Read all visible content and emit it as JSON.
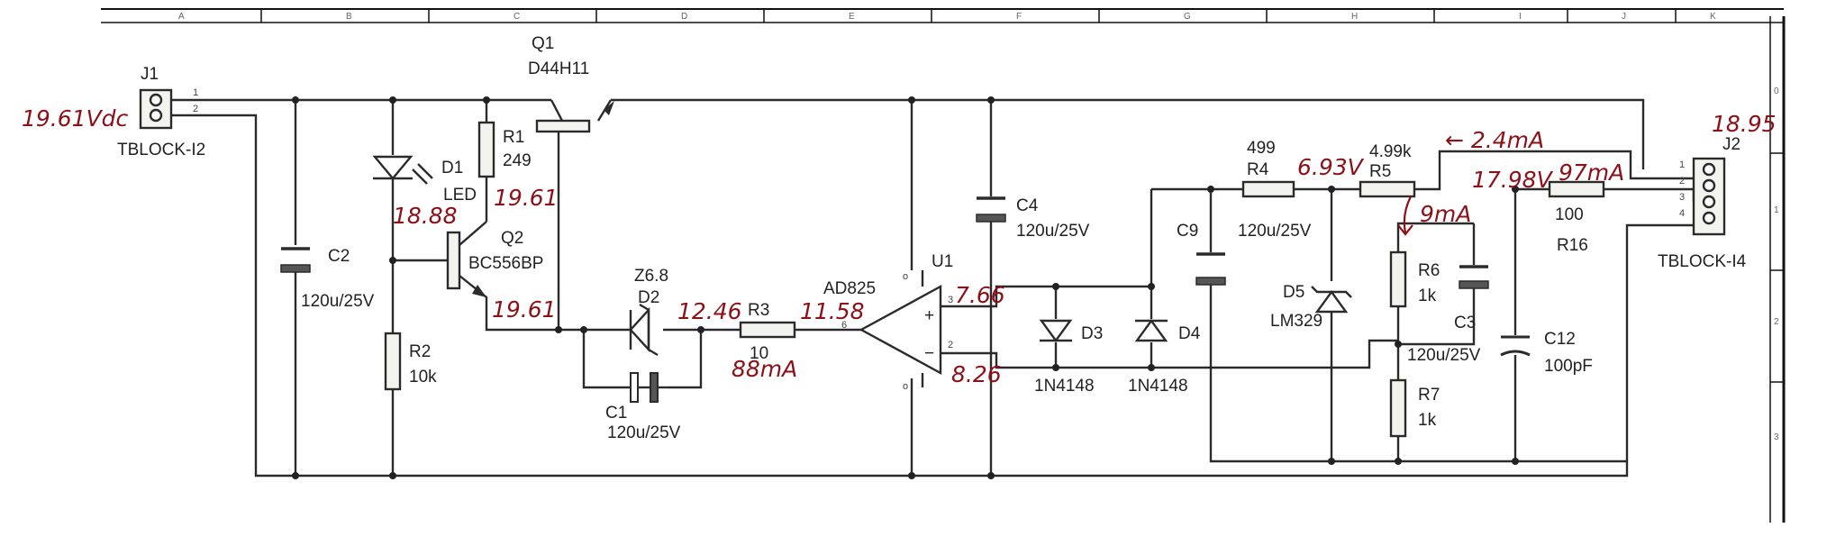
{
  "border": {
    "columns": [
      "A",
      "B",
      "C",
      "D",
      "E",
      "F",
      "G",
      "H",
      "I",
      "J",
      "K"
    ],
    "rows": [
      "0",
      "1",
      "2",
      "3"
    ]
  },
  "components": {
    "j1": {
      "ref": "J1",
      "value": "TBLOCK-I2",
      "pins": [
        "1",
        "2"
      ]
    },
    "j2": {
      "ref": "J2",
      "value": "TBLOCK-I4",
      "pins": [
        "1",
        "2",
        "3",
        "4"
      ]
    },
    "q1": {
      "ref": "Q1",
      "value": "D44H11"
    },
    "r1": {
      "ref": "R1",
      "value": "249"
    },
    "d1": {
      "ref": "D1",
      "value": "LED"
    },
    "q2": {
      "ref": "Q2",
      "value": "BC556BP"
    },
    "c2": {
      "ref": "C2",
      "value": "120u/25V"
    },
    "r2": {
      "ref": "R2",
      "value": "10k"
    },
    "d2": {
      "ref": "D2",
      "value": "Z6.8"
    },
    "c1": {
      "ref": "C1",
      "value": "120u/25V"
    },
    "r3": {
      "ref": "R3",
      "value": "10"
    },
    "u1": {
      "ref": "U1",
      "value": "AD825",
      "pins": [
        "3",
        "2",
        "6"
      ]
    },
    "c4": {
      "ref": "C4",
      "value": "120u/25V"
    },
    "d3": {
      "ref": "D3",
      "value": "1N4148"
    },
    "d4": {
      "ref": "D4",
      "value": "1N4148"
    },
    "c9": {
      "ref": "C9",
      "value": "120u/25V"
    },
    "r4": {
      "ref": "R4",
      "value": "499"
    },
    "r5": {
      "ref": "R5",
      "value": "4.99k"
    },
    "d5": {
      "ref": "D5",
      "value": "LM329"
    },
    "r6": {
      "ref": "R6",
      "value": "1k"
    },
    "c3": {
      "ref": "C3",
      "value": "120u/25V"
    },
    "r7": {
      "ref": "R7",
      "value": "1k"
    },
    "c12": {
      "ref": "C12",
      "value": "100pF"
    },
    "r16": {
      "ref": "R16",
      "value": "100"
    }
  },
  "annotations": {
    "j1_voltage": "19.61Vdc",
    "j2_voltage": "18.95",
    "d1_voltage": "18.88",
    "r1_voltage": "19.61",
    "q2_voltage": "19.61",
    "d2_voltage": "12.46",
    "r3_voltage": "11.58",
    "r3_current": "88mA",
    "u1_pin3_voltage": "7.66",
    "u1_pin2_voltage": "8.26",
    "r4_voltage": "6.93V",
    "r5_current": "← 2.4mA",
    "r6_current": "9mA",
    "r16_voltage": "17.98V",
    "r16_current": "97mA"
  }
}
